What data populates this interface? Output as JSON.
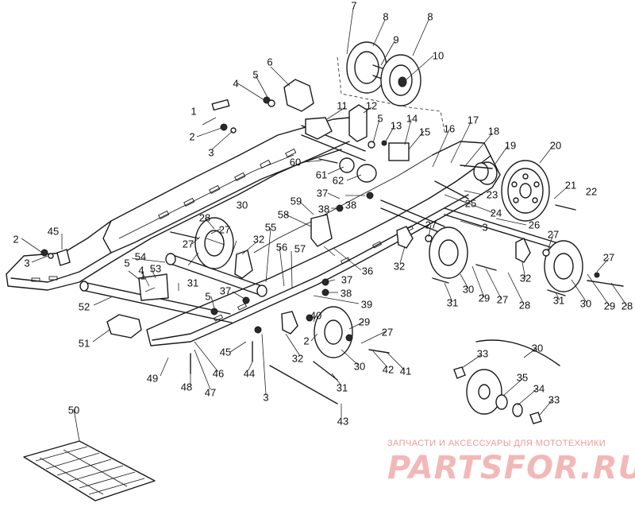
{
  "labels": {
    "l1": "1",
    "l2a": "2",
    "l2b": "2",
    "l2c": "2",
    "l3a": "3",
    "l3b": "3",
    "l3c": "3",
    "l4a": "4",
    "l4b": "4",
    "l5a": "5",
    "l5b": "5",
    "l5c": "5",
    "l5d": "5",
    "l6": "6",
    "l7": "7",
    "l8a": "8",
    "l8b": "8",
    "l9": "9",
    "l10": "10",
    "l11": "11",
    "l12": "12",
    "l13": "13",
    "l14": "14",
    "l15": "15",
    "l16": "16",
    "l17": "17",
    "l18": "18",
    "l19": "19",
    "l20": "20",
    "l21": "21",
    "l22": "22",
    "l23": "23",
    "l24": "24",
    "l25": "25",
    "l26": "26",
    "l27a": "27",
    "l27b": "27",
    "l27c": "27",
    "l27d": "27",
    "l27e": "27",
    "l27f": "27",
    "l28a": "28",
    "l28b": "28",
    "l28c": "28",
    "l29a": "29",
    "l29b": "29",
    "l29c": "29",
    "l30a": "30",
    "l30b": "30",
    "l30c": "30",
    "l30d": "30",
    "l30e": "30",
    "l31a": "31",
    "l31b": "31",
    "l31c": "31",
    "l31d": "31",
    "l32a": "32",
    "l32b": "32",
    "l32c": "32",
    "l32d": "32",
    "l33a": "33",
    "l33b": "33",
    "l34": "34",
    "l35": "35",
    "l36": "36",
    "l37a": "37",
    "l37b": "37",
    "l37c": "37",
    "l38a": "38",
    "l38b": "38",
    "l38c": "38",
    "l39": "39",
    "l40": "40",
    "l41": "41",
    "l42": "42",
    "l43": "43",
    "l44": "44",
    "l45a": "45",
    "l45b": "45",
    "l46": "46",
    "l47": "47",
    "l48": "48",
    "l49": "49",
    "l50": "50",
    "l51": "51",
    "l52": "52",
    "l53": "53",
    "l54": "54",
    "l55": "55",
    "l56": "56",
    "l57": "57",
    "l58": "58",
    "l59": "59",
    "l60": "60",
    "l61": "61",
    "l62": "62"
  },
  "watermark": {
    "tagline": "ЗАПЧАСТИ И АКСЕССУАРЫ ДЛЯ МОТОТЕХНИКИ",
    "logo": "PARTSFOR.RU",
    "color": "#f2b8b8"
  }
}
